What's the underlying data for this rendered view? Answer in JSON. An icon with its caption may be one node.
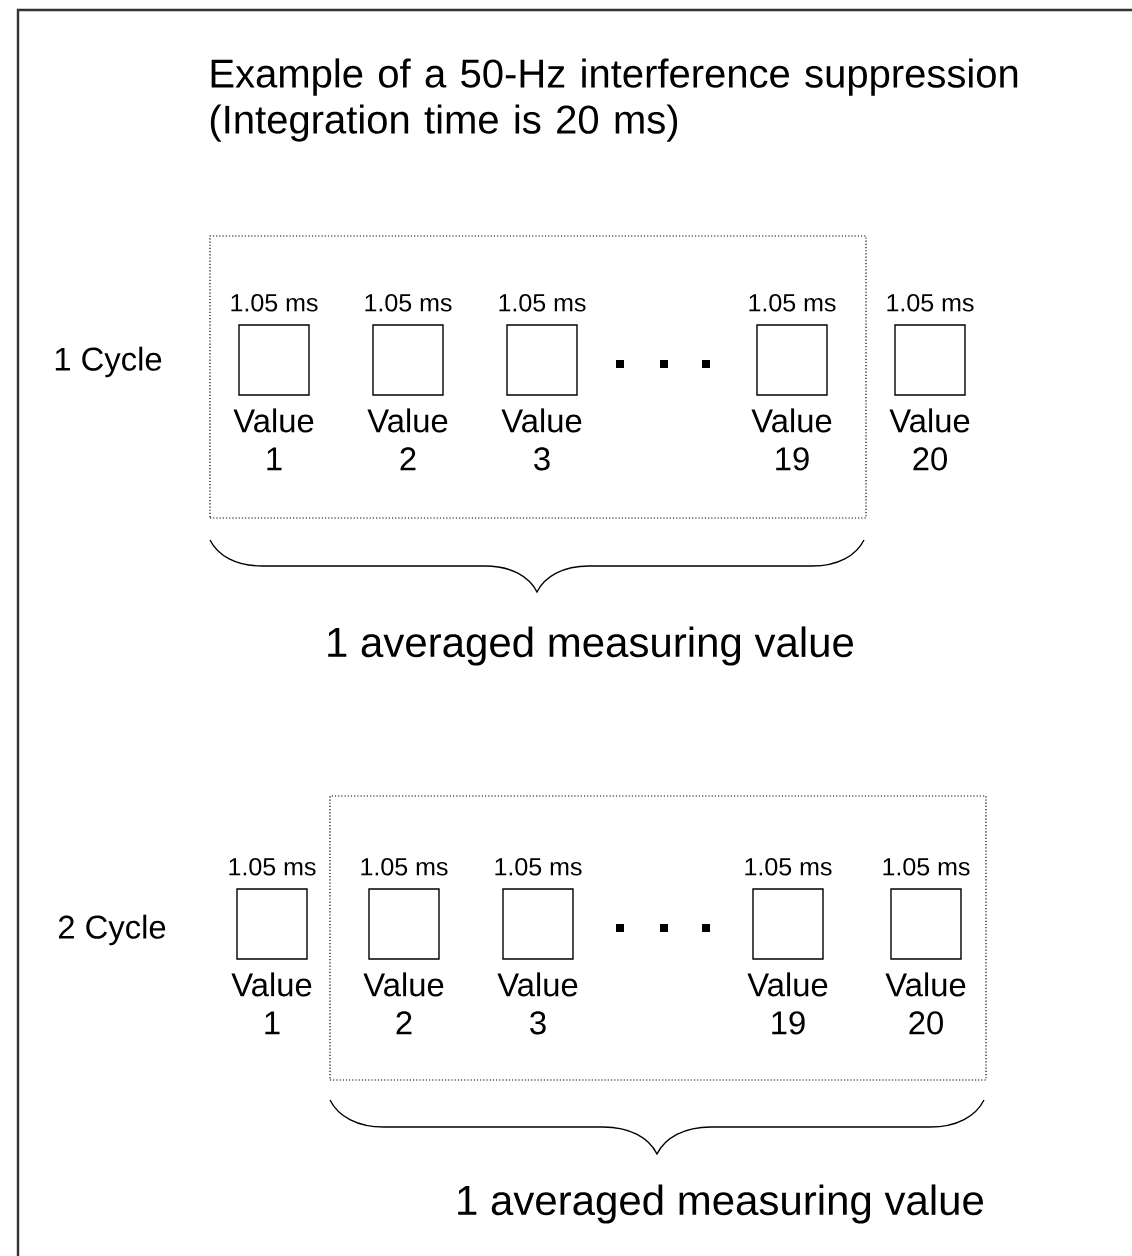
{
  "diagram": {
    "title": "Example of a 50-Hz interference suppression (Integration time is 20 ms)",
    "nodes": [
      {
        "text": [],
        "shape": "box"
      },
      {
        "text": [
          "1.05 ms",
          "Value 1"
        ],
        "in": 0
      },
      {
        "text": [
          "1.05 ms",
          "Value 2"
        ],
        "in": 0
      },
      {
        "text": [
          "1.05 ms",
          "Value 3"
        ],
        "in": 0
      },
      {
        "text": [
          "1.05 ms",
          "Value 19"
        ],
        "in": 0
      },
      {
        "text": [
          "1.05 ms",
          "Value 20"
        ]
      },
      {
        "text": [
          "1.05 ms",
          "Value 1"
        ]
      },
      {
        "text": [],
        "shape": "box"
      },
      {
        "text": [
          "1.05 ms",
          "Value 2"
        ],
        "in": 7
      },
      {
        "text": [
          "1.05 ms",
          "Value 3"
        ],
        "in": 7
      },
      {
        "text": [
          "1.05 ms",
          "Value 19"
        ],
        "in": 7
      },
      {
        "text": [
          "1.05 ms",
          "Value 20"
        ],
        "in": 7
      }
    ],
    "labels": [
      "1 Cycle",
      "1 averaged measuring value",
      "2 Cycle",
      "1 averaged measuring value"
    ]
  }
}
